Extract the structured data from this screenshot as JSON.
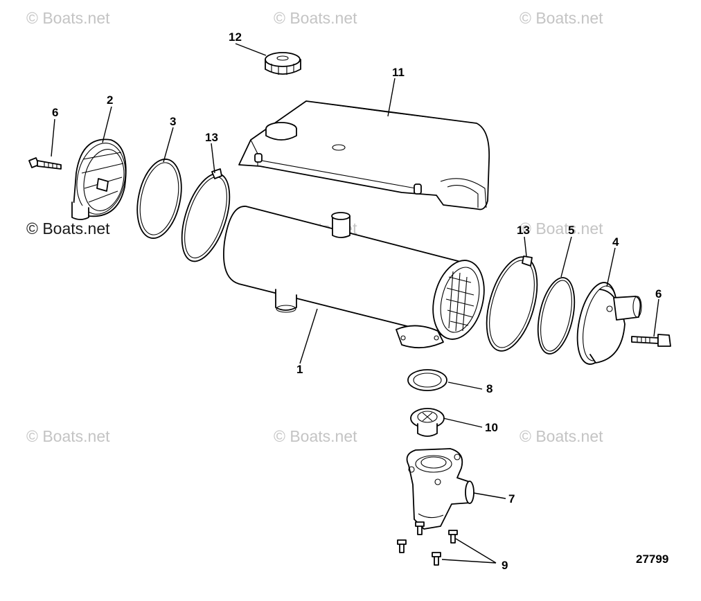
{
  "watermark": {
    "text": "© Boats.net",
    "color": "#c4c4c4"
  },
  "watermark_dark": {
    "text": "© Boats.net"
  },
  "figure_number": "27799",
  "callouts": {
    "c1": "1",
    "c2": "2",
    "c3": "3",
    "c4": "4",
    "c5": "5",
    "c6a": "6",
    "c6b": "6",
    "c7": "7",
    "c8": "8",
    "c9": "9",
    "c10": "10",
    "c11": "11",
    "c12": "12",
    "c13a": "13",
    "c13b": "13"
  }
}
